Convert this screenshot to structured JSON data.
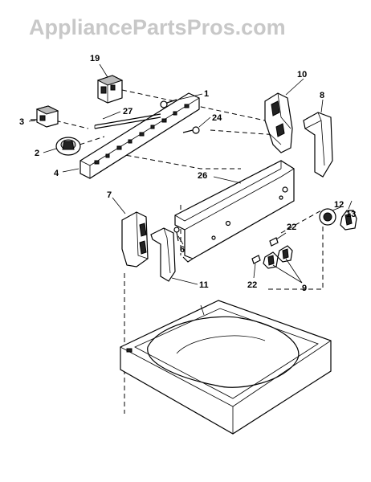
{
  "watermark": "AppliancePartsPros.com",
  "callouts": {
    "c1": "1",
    "c2": "2",
    "c3": "3",
    "c4": "4",
    "c6": "6",
    "c7": "7",
    "c8": "8",
    "c9": "9",
    "c10": "10",
    "c11": "11",
    "c12": "12",
    "c13": "13",
    "c19": "19",
    "c22a": "22",
    "c22b": "22",
    "c24": "24",
    "c26": "26",
    "c27": "27"
  }
}
